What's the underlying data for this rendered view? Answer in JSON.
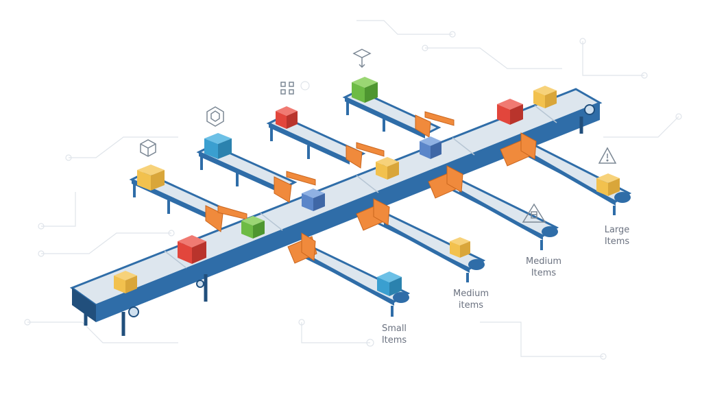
{
  "diagram": {
    "type": "isometric-conveyor-sorting-system",
    "colors": {
      "belt_frame": "#2f6da8",
      "belt_frame_dark": "#214f7c",
      "belt_surface": "#dde6ee",
      "diverter": "#f08a3c",
      "box_yellow": "#f2c14e",
      "box_red": "#e2463c",
      "box_green": "#6dbb45",
      "box_blue": "#5b86c9",
      "box_teal": "#3a9fd0",
      "circuit": "#d7dde4"
    },
    "output_labels": [
      {
        "id": "small",
        "line1": "Small",
        "line2": "Items"
      },
      {
        "id": "medium-1",
        "line1": "Medium",
        "line2": "items"
      },
      {
        "id": "medium-2",
        "line1": "Medium",
        "line2": "Items"
      },
      {
        "id": "large",
        "line1": "Large",
        "line2": "Items"
      }
    ],
    "icons": [
      "cube-icon",
      "hexagon-box-icon",
      "scan-frame-icon",
      "diamond-sensor-icon",
      "warning-icon",
      "fragile-warning-icon"
    ]
  }
}
